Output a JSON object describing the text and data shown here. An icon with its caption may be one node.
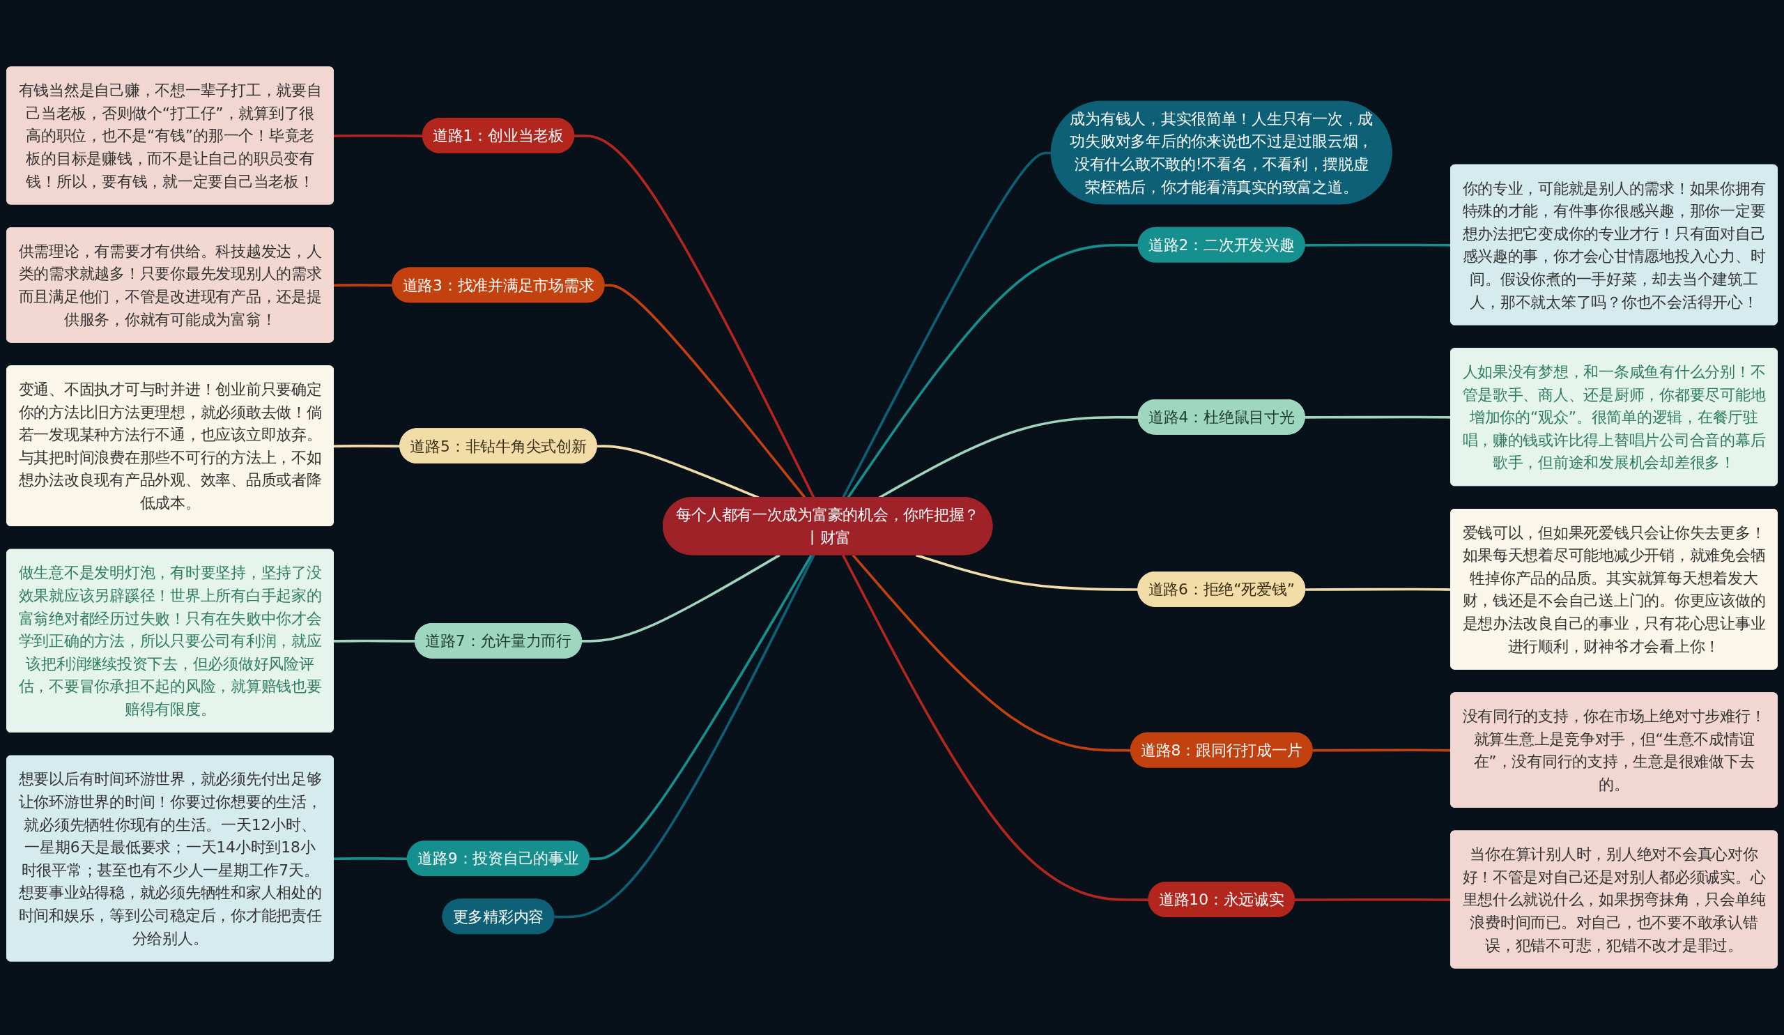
{
  "diagram": {
    "nodes": [
      {
        "text": [
          "每个人都有一次成为富豪的机会，你咋把握？丨财富"
        ]
      },
      {
        "text": [
          "成为有钱人，其实很简单！人生只有一次，成功失败对多年后的你来说也不过是过眼云烟，没有什么敢不敢的!不看名，不看利，摆脱虚荣桎梏后，你才能看清真实的致富之道。"
        ]
      },
      {
        "text": [
          "道路1：创业当老板"
        ]
      },
      {
        "text": [
          "有钱当然是自己赚，不想一辈子打工，就要自己当老板，否则做个“打工仔”，就算到了很高的职位，也不是“有钱”的那一个！毕竟老板的目标是赚钱，而不是让自己的职员变有钱！所以，要有钱，就一定要自己当老板！"
        ]
      },
      {
        "text": [
          "道路2：二次开发兴趣"
        ]
      },
      {
        "text": [
          "你的专业，可能就是别人的需求！如果你拥有特殊的才能，有件事你很感兴趣，那你一定要想办法把它变成你的专业才行！只有面对自己感兴趣的事，你才会心甘情愿地投入心力、时间。假设你煮的一手好菜，却去当个建筑工人，那不就太笨了吗？你也不会活得开心！"
        ]
      },
      {
        "text": [
          "道路3：找准并满足市场需求"
        ]
      },
      {
        "text": [
          "供需理论，有需要才有供给。科技越发达，人类的需求就越多！只要你最先发现别人的需求而且满足他们，不管是改进现有产品，还是提供服务，你就有可能成为富翁！"
        ]
      },
      {
        "text": [
          "道路4：杜绝鼠目寸光"
        ]
      },
      {
        "text": [
          "人如果没有梦想，和一条咸鱼有什么分别！不管是歌手、商人、还是厨师，你都要尽可能地增加你的“观众”。很简单的逻辑，在餐厅驻唱，赚的钱或许比得上替唱片公司合音的幕后歌手，但前途和发展机会却差很多！"
        ]
      },
      {
        "text": [
          "道路5：非钻牛角尖式创新"
        ]
      },
      {
        "text": [
          "变通、不固执才可与时并进！创业前只要确定你的方法比旧方法更理想，就必须敢去做！倘若一发现某种方法行不通，也应该立即放弃。与其把时间浪费在那些不可行的方法上，不如想办法改良现有产品外观、效率、品质或者降低成本。"
        ]
      },
      {
        "text": [
          "道路6：拒绝“死爱钱”"
        ]
      },
      {
        "text": [
          "爱钱可以，但如果死爱钱只会让你失去更多！如果每天想着尽可能地减少开销，就难免会牺牲掉你产品的品质。其实就算每天想着发大财，钱还是不会自己送上门的。你更应该做的是想办法改良自己的事业，只有花心思让事业进行顺利，财神爷才会看上你！"
        ]
      },
      {
        "text": [
          "道路7：允许量力而行"
        ]
      },
      {
        "text": [
          "做生意不是发明灯泡，有时要坚持，坚持了没效果就应该另辟蹊径！世界上所有白手起家的富翁绝对都经历过失败！只有在失败中你才会学到正确的方法，所以只要公司有利润，就应该把利润继续投资下去，但必须做好风险评估，不要冒你承担不起的风险，就算赔钱也要赔得有限度。"
        ]
      },
      {
        "text": [
          "道路8：跟同行打成一片"
        ]
      },
      {
        "text": [
          "没有同行的支持，你在市场上绝对寸步难行！就算生意上是竞争对手，但“生意不成情谊在”，没有同行的支持，生意是很难做下去的。"
        ]
      },
      {
        "text": [
          "道路9：投资自己的事业"
        ]
      },
      {
        "text": [
          "想要以后有时间环游世界，就必须先付出足够让你环游世界的时间！你要过你想要的生活，就必须先牺牲你现有的生活。一天12小时、一星期6天是最低要求；一天14小时到18小时很平常；甚至也有不少人一星期工作7天。想要事业站得稳，就必须先牺牲和家人相处的时间和娱乐，等到公司稳定后，你才能把责任分给别人。"
        ]
      },
      {
        "text": [
          "道路10：永远诚实"
        ]
      },
      {
        "text": [
          "当你在算计别人时，别人绝对不会真心对你好！不管是对自己还是对别人都必须诚实。心里想什么就说什么，如果拐弯抹角，只会单纯浪费时间而已。对自己，也不要不敢承认错误，犯错不可悲，犯错不改才是罪过。"
        ]
      },
      {
        "text": [
          "更多精彩内容"
        ]
      }
    ],
    "edges": [
      {
        "from": 0,
        "to": 1,
        "arrow": "none",
        "color": "#0e6076"
      },
      {
        "from": 2,
        "to": 0,
        "arrow": "none",
        "color": "#b3261e"
      },
      {
        "from": 3,
        "to": 2,
        "arrow": "none",
        "color": "#b3261e"
      },
      {
        "from": 0,
        "to": 4,
        "arrow": "none",
        "color": "#16908f"
      },
      {
        "from": 4,
        "to": 5,
        "arrow": "none",
        "color": "#16908f"
      },
      {
        "from": 6,
        "to": 0,
        "arrow": "none",
        "color": "#c2410f"
      },
      {
        "from": 7,
        "to": 6,
        "arrow": "none",
        "color": "#c2410f"
      },
      {
        "from": 0,
        "to": 8,
        "arrow": "none",
        "color": "#9fd6c0"
      },
      {
        "from": 8,
        "to": 9,
        "arrow": "none",
        "color": "#9fd6c0"
      },
      {
        "from": 10,
        "to": 0,
        "arrow": "none",
        "color": "#f2dca8"
      },
      {
        "from": 11,
        "to": 10,
        "arrow": "none",
        "color": "#f2dca8"
      },
      {
        "from": 0,
        "to": 12,
        "arrow": "none",
        "color": "#f2dca8"
      },
      {
        "from": 12,
        "to": 13,
        "arrow": "none",
        "color": "#f2dca8"
      },
      {
        "from": 14,
        "to": 0,
        "arrow": "none",
        "color": "#9fd6c0"
      },
      {
        "from": 15,
        "to": 14,
        "arrow": "none",
        "color": "#9fd6c0"
      },
      {
        "from": 0,
        "to": 16,
        "arrow": "none",
        "color": "#c2410f"
      },
      {
        "from": 16,
        "to": 17,
        "arrow": "none",
        "color": "#c2410f"
      },
      {
        "from": 18,
        "to": 0,
        "arrow": "none",
        "color": "#16908f"
      },
      {
        "from": 19,
        "to": 18,
        "arrow": "none",
        "color": "#16908f"
      },
      {
        "from": 0,
        "to": 20,
        "arrow": "none",
        "color": "#b3261e"
      },
      {
        "from": 20,
        "to": 21,
        "arrow": "none",
        "color": "#b3261e"
      },
      {
        "from": 22,
        "to": 0,
        "arrow": "none",
        "color": "#0e6076"
      }
    ]
  }
}
